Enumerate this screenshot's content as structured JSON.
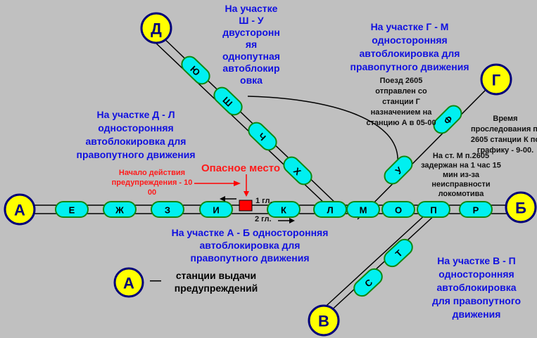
{
  "stations": {
    "A": "А",
    "B": "Б",
    "V": "В",
    "G": "Г",
    "D": "Д"
  },
  "main_line_stops": [
    "Е",
    "Ж",
    "З",
    "И",
    "К",
    "Л",
    "М",
    "О",
    "П",
    "Р"
  ],
  "d_line_stops": [
    "Ю",
    "Ш",
    "Ч",
    "Х"
  ],
  "g_line_stops": [
    "Ф",
    "У"
  ],
  "v_line_stops": [
    "Т",
    "С"
  ],
  "labels": {
    "sh_u": [
      "На участке",
      "Ш - У",
      "двусторонн",
      "яя",
      "однопутная",
      "автоблокир",
      "овка"
    ],
    "g_m": [
      "На участке Г - М",
      "односторонняя",
      "автоблокировка для",
      "правопутного движения"
    ],
    "d_l": [
      "На участке Д - Л",
      "односторонняя",
      "автоблокировка для",
      "правопутного движения"
    ],
    "a_b": [
      "На участке А - Б односторонняя",
      "автоблокировка для",
      "правопутного движения"
    ],
    "v_p": [
      "На участке В - П",
      "односторонняя",
      "автоблокировка",
      "для правопутного",
      "движения"
    ]
  },
  "notes": {
    "train": [
      "Поезд  2605",
      "отправлен со",
      "станции Г",
      "назначением на",
      "станцию А в 05-00"
    ],
    "time": [
      "Время",
      "проследования п.",
      "2605 станции К по",
      "графику - 9-00."
    ],
    "delay": [
      "На ст. М п.2605",
      "задержан на 1 час 15",
      "мин из-за",
      "неисправности",
      "локомотива"
    ]
  },
  "danger": {
    "title": "Опасное место",
    "start": [
      "Начало действия",
      "предупреждения - 10",
      "00"
    ]
  },
  "tracks": {
    "track1": "1 гл.",
    "track2": "2 гл."
  },
  "legend": {
    "station": "А",
    "dash": "—",
    "text": [
      "станции выдачи",
      "предупреждений"
    ]
  }
}
